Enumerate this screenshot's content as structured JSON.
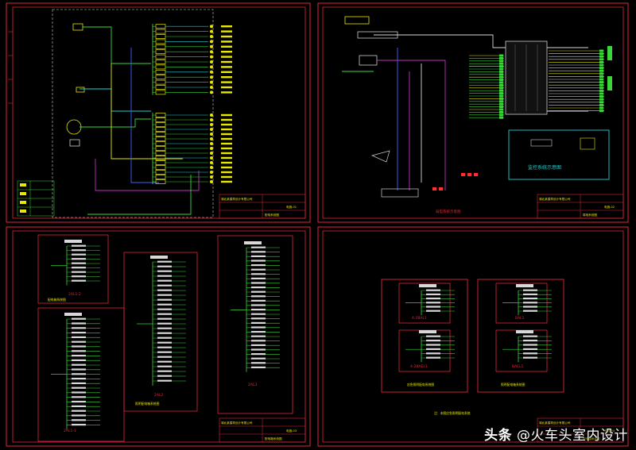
{
  "watermark": {
    "brand": "头条",
    "handle": "@火车头室内设计"
  },
  "sheets": [
    {
      "id": "sheet-1",
      "title_block": {
        "company": "湖北某建筑设计有限公司",
        "drawing_title": "配电系统图",
        "drawing_no": "电施-01"
      }
    },
    {
      "id": "sheet-2",
      "title_block": {
        "company": "湖北某建筑设计有限公司",
        "drawing_title": "弱电系统图",
        "drawing_no": "电施-02"
      },
      "captions": {
        "inset": "监控系统示意图",
        "bottom": "弱电系统示意图"
      }
    },
    {
      "id": "sheet-3",
      "title_block": {
        "company": "湖北某建筑设计有限公司",
        "drawing_title": "配电箱系统图",
        "drawing_no": "电施-03"
      },
      "panels": [
        {
          "label": "2AL1-2"
        },
        {
          "label": "2AL1-1"
        },
        {
          "label": "2AL2"
        },
        {
          "label": "2AL3"
        }
      ],
      "panel_captions": [
        "配电箱系统图",
        "照明配电箱系统图"
      ]
    },
    {
      "id": "sheet-4",
      "title_block": {
        "company": "湖北某建筑设计有限公司",
        "drawing_title": "配电箱系统图",
        "drawing_no": "电施-04"
      },
      "panels": [
        {
          "label": "4-2BAL1"
        },
        {
          "label": "4-2BAEL1"
        },
        {
          "label": "BAL1"
        },
        {
          "label": "BAEL1"
        }
      ],
      "group_captions": [
        "应急照明配电系统图",
        "照明配电箱系统图"
      ],
      "note": "注：本图应急照明配电系统"
    }
  ],
  "colors": {
    "background": "#000000",
    "frame": "#e0263a",
    "wire_green": "#38d838",
    "wire_yellow": "#e8e800",
    "wire_cyan": "#20d0d0",
    "wire_white": "#d8d8d8",
    "wire_magenta": "#c030c0",
    "wire_blue": "#4060ff",
    "accent_red": "#ff3030"
  }
}
